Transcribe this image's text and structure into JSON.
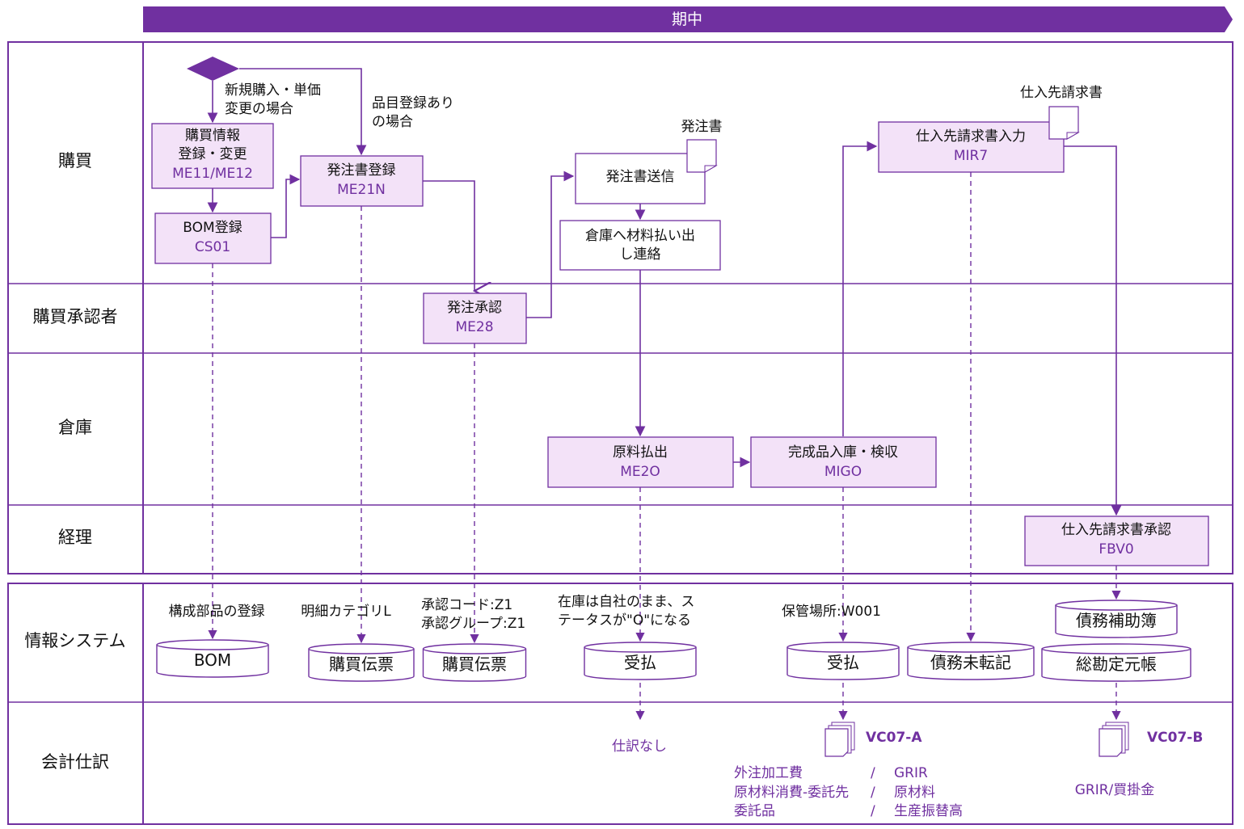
{
  "colors": {
    "accent": "#7030A0",
    "header_bg": "#7030A0",
    "box_fill": "#F3E2F8",
    "box_stroke": "#7030A0"
  },
  "header": {
    "period": "期中"
  },
  "lanes": {
    "purchasing": "購買",
    "approver": "購買承認者",
    "warehouse": "倉庫",
    "accounting": "経理",
    "info_system": "情報システム",
    "journal": "会計仕訳"
  },
  "decision": {
    "branch_new": [
      "新規購入・単価",
      "変更の場合"
    ],
    "branch_item": [
      "品目登録あり",
      "の場合"
    ]
  },
  "steps": {
    "purchase_info": {
      "label": [
        "購買情報",
        "登録・変更"
      ],
      "code": "ME11/ME12"
    },
    "bom_register": {
      "label": [
        "BOM登録"
      ],
      "code": "CS01"
    },
    "po_register": {
      "label": [
        "発注書登録"
      ],
      "code": "ME21N"
    },
    "po_approval": {
      "label": [
        "発注承認"
      ],
      "code": "ME28"
    },
    "po_send": {
      "label": [
        "発注書送信"
      ]
    },
    "notify_warehouse": {
      "label": [
        "倉庫へ材料払い出",
        "し連絡"
      ]
    },
    "material_issue": {
      "label": [
        "原料払出"
      ],
      "code": "ME2O"
    },
    "goods_receipt": {
      "label": [
        "完成品入庫・検収"
      ],
      "code": "MIGO"
    },
    "invoice_entry": {
      "label": [
        "仕入先請求書入力"
      ],
      "code": "MIR7"
    },
    "invoice_approval": {
      "label": [
        "仕入先請求書承認"
      ],
      "code": "FBV0"
    }
  },
  "documents": {
    "purchase_order": "発注書",
    "vendor_invoice": "仕入先請求書"
  },
  "databases": {
    "bom": "BOM",
    "purchase_slip_1": "購買伝票",
    "purchase_slip_2": "購買伝票",
    "stock_movement_1": "受払",
    "stock_movement_2": "受払",
    "unposted_debt": "債務未転記",
    "debt_subledger": "債務補助簿",
    "general_ledger": "総勘定元帳"
  },
  "notes": {
    "component_registration": "構成部品の登録",
    "item_category": "明細カテゴリL",
    "approval": [
      "承認コード:Z1",
      "承認グループ:Z1"
    ],
    "stock_status": [
      "在庫は自社のまま、ス",
      "テータスが\"O\"になる"
    ],
    "storage_location": "保管場所:W001"
  },
  "journal": {
    "no_entry": "仕訳なし",
    "vc07a": {
      "code": "VC07-A",
      "lines": [
        {
          "debit": "外注加工費",
          "sep": "/",
          "credit": "GRIR"
        },
        {
          "debit": "原材料消費-委託先",
          "sep": "/",
          "credit": "原材料"
        },
        {
          "debit": "委託品",
          "sep": "/",
          "credit": "生産振替高"
        }
      ]
    },
    "vc07b": {
      "code": "VC07-B",
      "entry": "GRIR/買掛金"
    }
  }
}
